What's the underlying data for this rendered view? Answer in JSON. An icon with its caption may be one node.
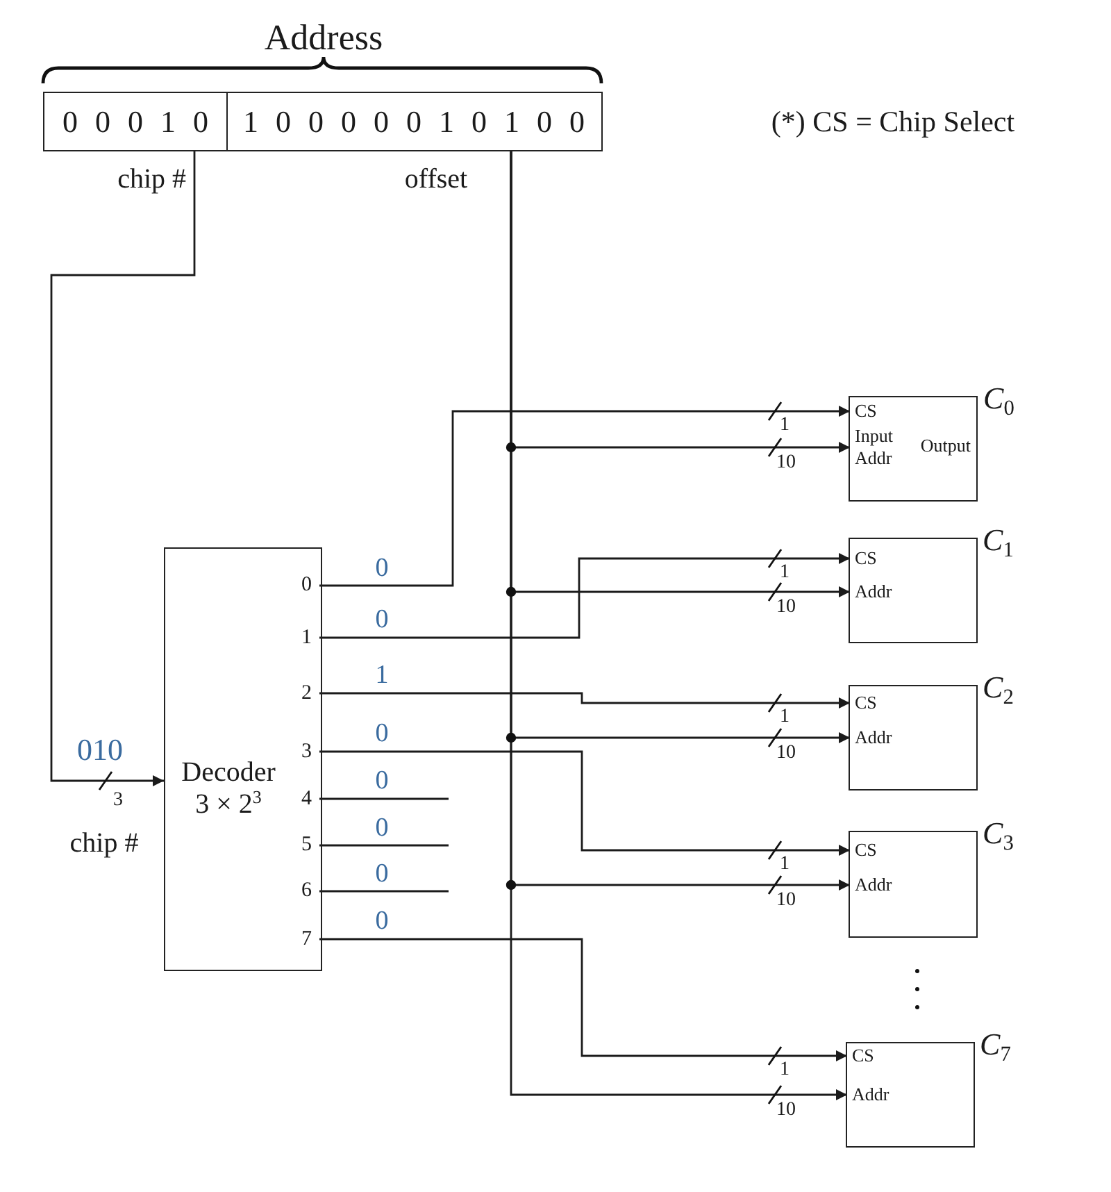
{
  "diagram": {
    "nodes": [
      {
        "text": [
          "0 0 0 1 0"
        ],
        "beside": [
          "chip #"
        ]
      },
      {
        "text": [
          "1 0 0 0 0 0 1 0 1 0 0"
        ],
        "beside": [
          "offset"
        ]
      },
      {
        "text": [
          "Decoder 3 × 2$^{3}$"
        ]
      },
      {
        "text": [
          "0"
        ],
        "in": 2
      },
      {
        "text": [
          "1"
        ],
        "in": 2
      },
      {
        "text": [
          "2"
        ],
        "in": 2
      },
      {
        "text": [
          "3"
        ],
        "in": 2
      },
      {
        "text": [
          "4"
        ],
        "in": 2
      },
      {
        "text": [
          "5"
        ],
        "in": 2
      },
      {
        "text": [
          "6"
        ],
        "in": 2
      },
      {
        "text": [
          "7"
        ],
        "in": 2
      },
      {
        "text": [
          "*C*$_{0}$",
          "Output"
        ]
      },
      {
        "text": [
          "CS"
        ],
        "in": 11
      },
      {
        "text": [
          "Input Addr"
        ],
        "in": 11
      },
      {
        "text": [
          "*C*$_{1}$"
        ]
      },
      {
        "text": [
          "CS"
        ],
        "in": 14
      },
      {
        "text": [
          "Addr"
        ],
        "in": 14
      },
      {
        "text": [
          "*C*$_{2}$"
        ]
      },
      {
        "text": [
          "CS"
        ],
        "in": 17
      },
      {
        "text": [
          "Addr"
        ],
        "in": 17
      },
      {
        "text": [
          "*C*$_{3}$"
        ]
      },
      {
        "text": [
          "CS"
        ],
        "in": 20
      },
      {
        "text": [
          "Addr"
        ],
        "in": 20
      },
      {
        "text": [
          "*C*$_{7}$"
        ]
      },
      {
        "text": [
          "CS"
        ],
        "in": 23
      },
      {
        "text": [
          "Addr"
        ],
        "in": 23
      }
    ],
    "edges": [
      {
        "from": 0,
        "to": 2,
        "arrow": "to",
        "label": "010"
      },
      {
        "from": 1,
        "to": 13,
        "arrow": "to"
      },
      {
        "from": 1,
        "to": 16,
        "arrow": "to"
      },
      {
        "from": 1,
        "to": 19,
        "arrow": "to"
      },
      {
        "from": 1,
        "to": 22,
        "arrow": "to"
      },
      {
        "from": 1,
        "to": 25,
        "arrow": "to"
      },
      {
        "from": 3,
        "to": 12,
        "arrow": "to",
        "label": "0"
      },
      {
        "from": 4,
        "to": 15,
        "arrow": "to",
        "label": "0"
      },
      {
        "from": 5,
        "to": 18,
        "arrow": "to",
        "label": "1"
      },
      {
        "from": 6,
        "to": 21,
        "arrow": "to",
        "label": "0"
      },
      {
        "from": 7,
        "to": null,
        "arrow": "none",
        "label": "0"
      },
      {
        "from": 8,
        "to": null,
        "arrow": "none",
        "label": "0"
      },
      {
        "from": 9,
        "to": null,
        "arrow": "none",
        "label": "0"
      },
      {
        "from": 10,
        "to": 24,
        "arrow": "to",
        "label": "0"
      }
    ],
    "labels": [
      "Address",
      "(*) CS = Chip Select",
      "3",
      "chip #",
      "1",
      "10",
      "1",
      "10",
      "1",
      "10",
      "1",
      "10",
      "1",
      "10"
    ]
  }
}
